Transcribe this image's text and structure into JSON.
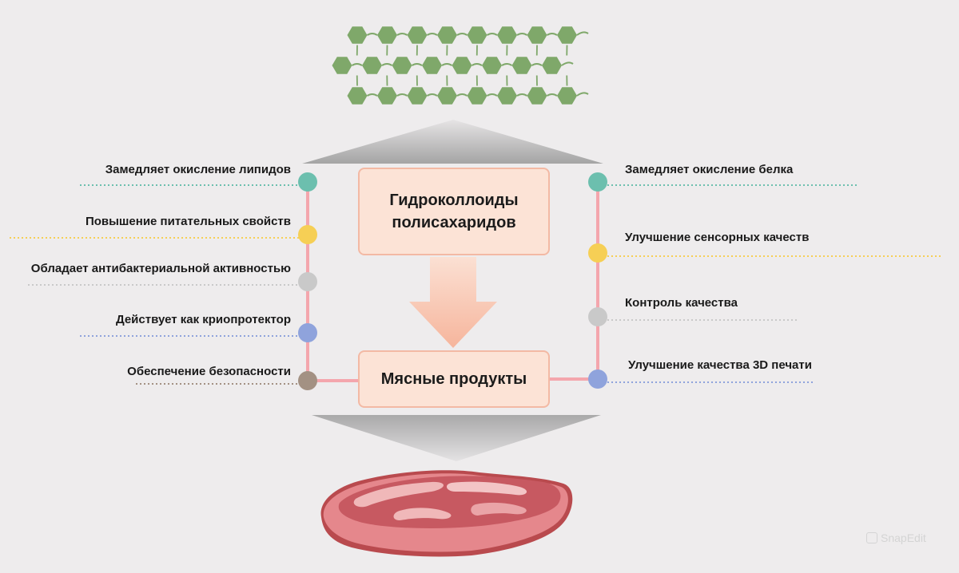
{
  "diagram": {
    "top_box": {
      "line1": "Гидроколлоиды",
      "line2": "полисахаридов"
    },
    "bottom_box": {
      "label": "Мясные продукты"
    },
    "left_items": [
      {
        "label": "Замедляет окисление липидов",
        "color": "#6cbfae"
      },
      {
        "label": "Повышение питательных свойств",
        "color": "#f6cf55"
      },
      {
        "label": "Обладает антибактериальной активностью",
        "color": "#c9c9c9"
      },
      {
        "label": "Действует как криопротектор",
        "color": "#8fa3dc"
      },
      {
        "label": "Обеспечение безопасности",
        "color": "#a39183"
      }
    ],
    "right_items": [
      {
        "label": "Замедляет окисление белка",
        "color": "#6cbfae"
      },
      {
        "label": "Улучшение сенсорных качеств",
        "color": "#f6cf55"
      },
      {
        "label": "Контроль качества",
        "color": "#c9c9c9"
      },
      {
        "label": "Улучшение качества 3D печати",
        "color": "#8fa3dc"
      }
    ],
    "line_color": "#f4a6ad",
    "hexagon_color": "#7fa86a",
    "arrow_color": "#f8c3ac",
    "funnel_color": "#a9a9a9",
    "meat_icon": "meat-steak-icon",
    "polysaccharide_icon": "polysaccharide-chain-icon"
  },
  "watermark": {
    "text": "SnapEdit"
  }
}
